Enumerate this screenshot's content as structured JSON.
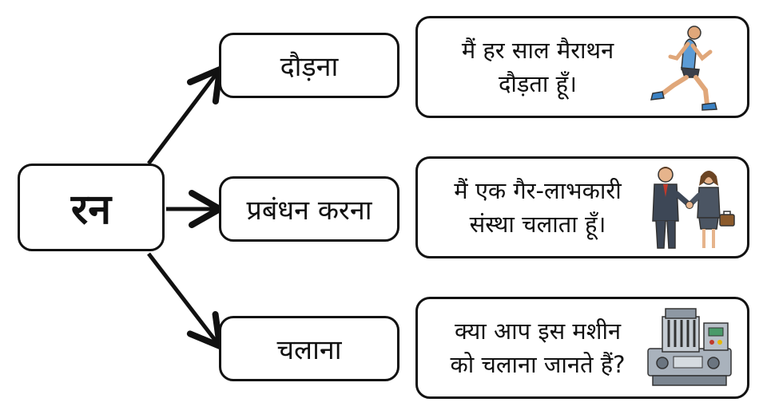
{
  "root": {
    "word": "रन"
  },
  "senses": [
    {
      "meaning": "दौड़ना",
      "example": {
        "line1": "मैं हर साल मैराथन",
        "line2": "दौड़ता हूँ।"
      },
      "icon": "runner-icon"
    },
    {
      "meaning": "प्रबंधन करना",
      "example": {
        "line1": "मैं एक गैर-लाभकारी",
        "line2": "संस्था चलाता हूँ।"
      },
      "icon": "handshake-icon"
    },
    {
      "meaning": "चलाना",
      "example": {
        "line1": "क्या आप इस मशीन",
        "line2": "को चलाना जानते हैं?"
      },
      "icon": "machine-icon"
    }
  ],
  "colors": {
    "stroke": "#111111",
    "background": "#ffffff"
  }
}
